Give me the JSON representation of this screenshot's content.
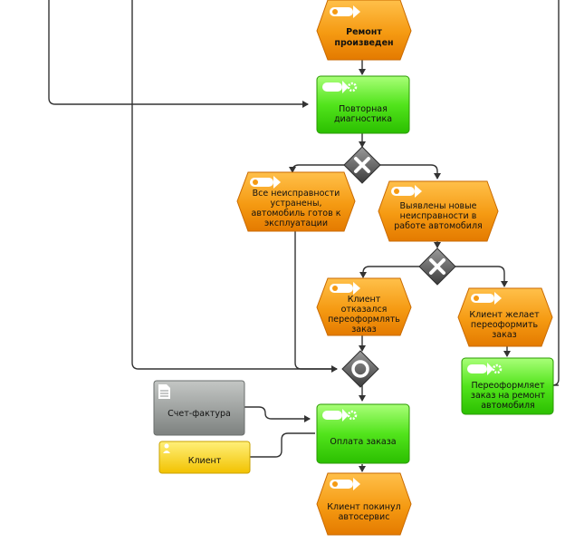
{
  "diagram": {
    "events": [
      {
        "id": "ev_repair_done",
        "lines": [
          "Ремонт",
          "произведен"
        ],
        "bold": true
      },
      {
        "id": "ev_all_fixed",
        "lines": [
          "Все неисправности",
          "устранены,",
          "автомобиль готов к",
          "эксплуатации"
        ]
      },
      {
        "id": "ev_new_faults",
        "lines": [
          "Выявлены новые",
          "неисправности в",
          "работе автомобиля"
        ]
      },
      {
        "id": "ev_client_refused",
        "lines": [
          "Клиент",
          "отказался",
          "переоформлять",
          "заказ"
        ]
      },
      {
        "id": "ev_client_wants",
        "lines": [
          "Клиент желает",
          "переоформить",
          "заказ"
        ]
      },
      {
        "id": "ev_client_left",
        "lines": [
          "Клиент покинул",
          "автосервис"
        ]
      }
    ],
    "functions": [
      {
        "id": "fn_rediag",
        "lines": [
          "Повторная",
          "диагностика"
        ]
      },
      {
        "id": "fn_reissue",
        "lines": [
          "Переоформляет",
          "заказ на ремонт",
          "автомобиля"
        ]
      },
      {
        "id": "fn_payment",
        "lines": [
          "Оплата заказа"
        ]
      }
    ],
    "documents": [
      {
        "id": "doc_invoice",
        "lines": [
          "Счет-фактура"
        ]
      }
    ],
    "roles": [
      {
        "id": "role_client",
        "lines": [
          "Клиент"
        ]
      }
    ],
    "connectors": [
      {
        "id": "xor1",
        "type": "XOR"
      },
      {
        "id": "xor2",
        "type": "XOR"
      },
      {
        "id": "or1",
        "type": "OR"
      }
    ],
    "colors": {
      "event": "#f08c00",
      "event_light": "#ffb640",
      "function": "#33d400",
      "function_light": "#9cff66",
      "document": "#8e9290",
      "role": "#ffd500",
      "connector": "#4b4b4b"
    }
  }
}
